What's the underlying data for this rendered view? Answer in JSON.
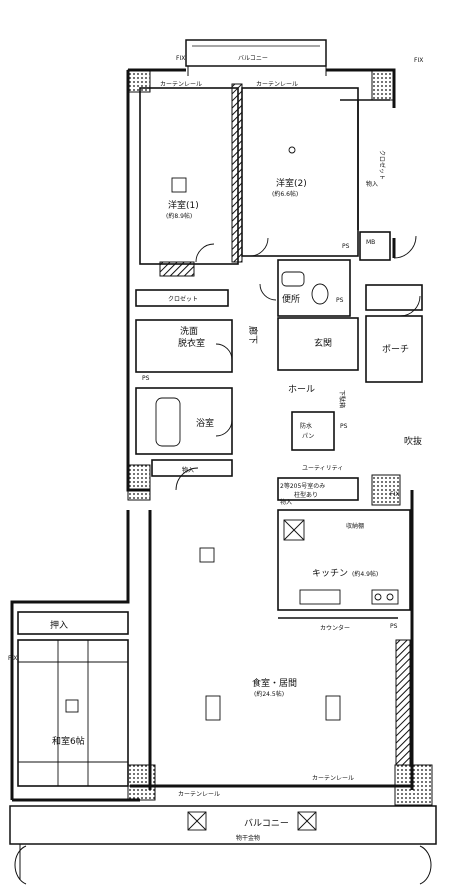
{
  "rooms": {
    "western1": {
      "name": "洋室(1)",
      "area": "(約8.9帖)"
    },
    "western2": {
      "name": "洋室(2)",
      "area": "(約6.6帖)"
    },
    "washroom": {
      "name": "洗面\n脱衣室"
    },
    "bath": {
      "name": "浴室"
    },
    "toilet": {
      "name": "便所"
    },
    "corridor": {
      "name": "廊下"
    },
    "entrance": {
      "name": "玄関"
    },
    "hall": {
      "name": "ホール"
    },
    "porch": {
      "name": "ポーチ"
    },
    "kitchen": {
      "name": "キッチン",
      "area": "(約4.9帖)"
    },
    "living": {
      "name": "食室・居間",
      "area": "(約24.5帖)"
    },
    "japanese": {
      "name": "和室6帖"
    },
    "fukinuke": {
      "name": "吹抜"
    }
  },
  "storage": {
    "closet_mid": "クロゼット",
    "closet_top": "クロゼット",
    "mono1": "物入",
    "mono2": "物入",
    "mono3": "物入",
    "oshiire": "押入",
    "shoe": "下駄箱",
    "shuno": "収納棚",
    "bosui": "防水\nパン"
  },
  "labels": {
    "balcony_top": "バルコニー",
    "balcony_bottom": "バルコニー",
    "monohoshi": "物干金物",
    "mb": "MB",
    "ps1": "PS",
    "ps2": "PS",
    "ps3": "PS",
    "ps4": "PS",
    "ps5": "PS",
    "fix1": "FIX",
    "fix2": "FIX",
    "fix3": "FIX",
    "fix4": "FIX",
    "curtain1": "カーテンレール",
    "curtain2": "カーテンレール",
    "curtain3": "カーテンレール",
    "curtain4": "カーテンレール",
    "counter": "カウンター",
    "utility": "ユーティリティ",
    "note": "2等205号室のみ\n柱型あり",
    "note2": "2等205号室\nのみ"
  }
}
